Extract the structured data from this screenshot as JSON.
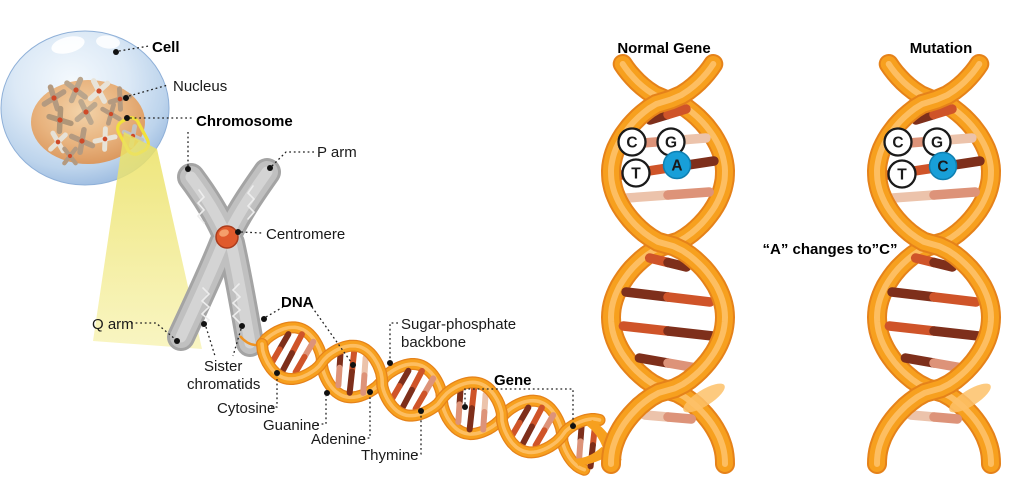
{
  "cell_section": {
    "cell_label": "Cell",
    "nucleus_label": "Nucleus"
  },
  "chromosome_section": {
    "chromosome_label": "Chromosome",
    "p_arm_label": "P arm",
    "centromere_label": "Centromere",
    "q_arm_label": "Q arm",
    "sister_chromatids_line1": "Sister",
    "sister_chromatids_line2": "chromatids"
  },
  "dna_section": {
    "dna_label": "DNA",
    "backbone_line1": "Sugar-phosphate",
    "backbone_line2": "backbone",
    "cytosine_label": "Cytosine",
    "guanine_label": "Guanine",
    "adenine_label": "Adenine",
    "thymine_label": "Thymine",
    "gene_label": "Gene"
  },
  "comparison": {
    "normal": {
      "title": "Normal Gene",
      "base_top_left": "C",
      "base_top_right": "G",
      "base_bottom_left": "T",
      "base_bottom_right": "A"
    },
    "mutation": {
      "title": "Mutation",
      "base_top_left": "C",
      "base_top_right": "G",
      "base_bottom_left": "T",
      "base_bottom_right": "C"
    },
    "caption": "“A” changes to”C”"
  },
  "colors": {
    "helix_orange": "#f7a01e",
    "helix_orange_dark": "#e5821a",
    "helix_orange_light": "#fdc168",
    "rung_dark_brown": "#7e2f1b",
    "rung_red_orange": "#cf5429",
    "rung_salmon": "#dd9379",
    "rung_pale": "#ecc3ab",
    "highlight_blue": "#189fd8",
    "highlight_blue_edge": "#0f7fb0",
    "centromere_orange": "#e05a2c",
    "chromosome_gray": "#b9b9b9",
    "cell_blue": "#aac8e8",
    "nucleus_tan": "#e5ab74",
    "beam_yellow": "#f1e878"
  }
}
